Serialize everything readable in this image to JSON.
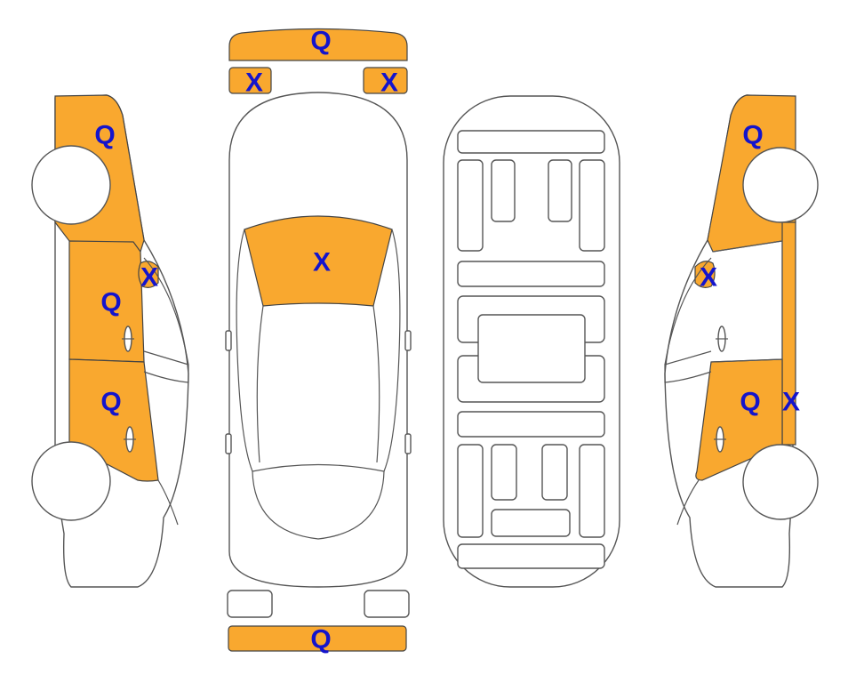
{
  "colors": {
    "damaged_fill": "#f9a82f",
    "mark_text": "#1414cc",
    "outline": "#555555"
  },
  "marks": {
    "front_bumper": "Q",
    "headlight_left": "X",
    "headlight_right": "X",
    "windshield": "X",
    "rear_bumper": "Q",
    "left_front_fender": "Q",
    "left_mirror": "X",
    "left_front_door": "Q",
    "left_rear_door": "Q",
    "right_front_fender": "Q",
    "right_mirror": "X",
    "right_rear_door": "Q",
    "right_rocker": "X"
  }
}
